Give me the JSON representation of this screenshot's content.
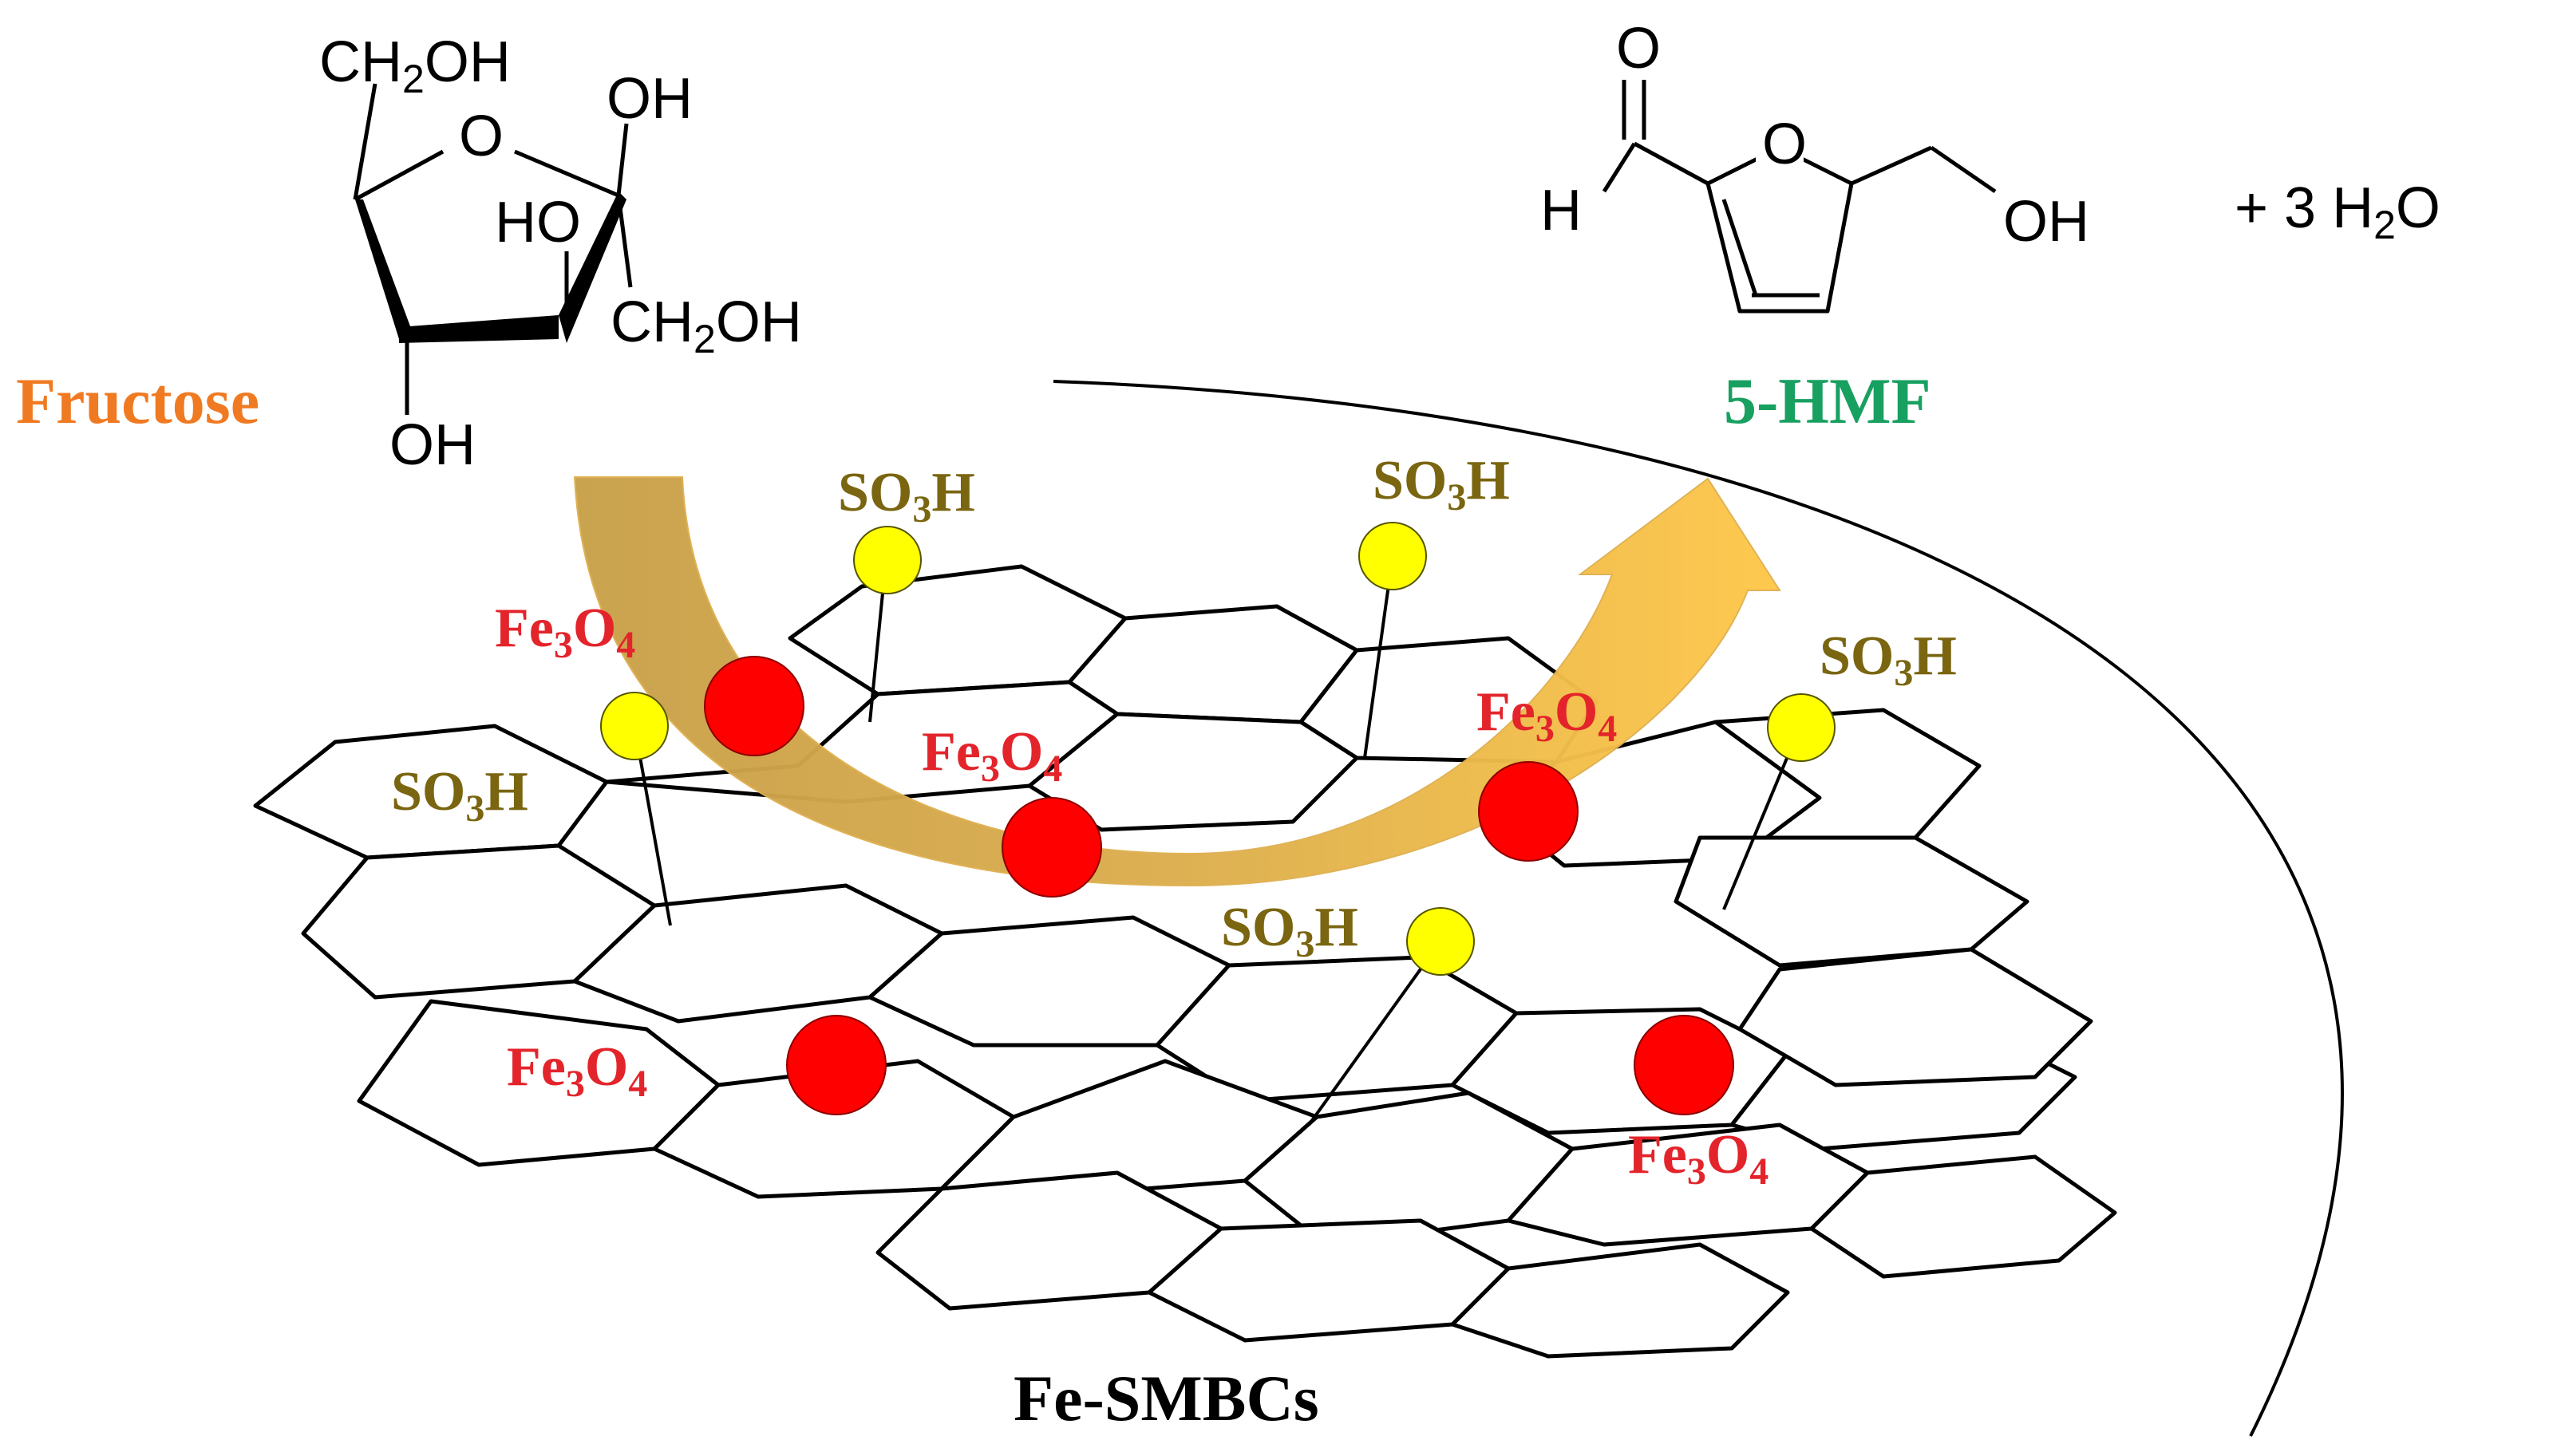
{
  "colors": {
    "background": "#ffffff",
    "line": "#000000",
    "fe3o4_label": "#e3242b",
    "fe3o4_dot": "#ff0000",
    "so3h_label": "#7a6510",
    "so3h_dot": "#ffff00",
    "fructose_label": "#f07a22",
    "hmf_label": "#18a060",
    "arrow_dark": "#c9a14a",
    "arrow_light": "#ffc84a"
  },
  "labels": {
    "fructose": "Fructose",
    "hmf": "5-HMF",
    "catalyst": "Fe-SMBCs",
    "water": "+  3 H",
    "water_sub": "2",
    "water_o": "O"
  },
  "fructose_structure": {
    "ch2oh_top": "CH",
    "ch2oh_top_sub": "2",
    "ch2oh_top_end": "OH",
    "ring_o": "O",
    "oh_right": "OH",
    "ho_inner": "HO",
    "ch2oh_bottom": "CH",
    "ch2oh_bottom_sub": "2",
    "ch2oh_bottom_end": "OH",
    "oh_bottom": "OH"
  },
  "hmf_structure": {
    "carbonyl_o": "O",
    "aldehyde_h": "H",
    "ring_o": "O",
    "hydroxyl": "OH"
  },
  "groups": {
    "so3h": {
      "a": "SO",
      "b": "3",
      "c": "H"
    },
    "fe3o4": {
      "a": "Fe",
      "b": "3",
      "c": "O",
      "d": "4"
    }
  }
}
